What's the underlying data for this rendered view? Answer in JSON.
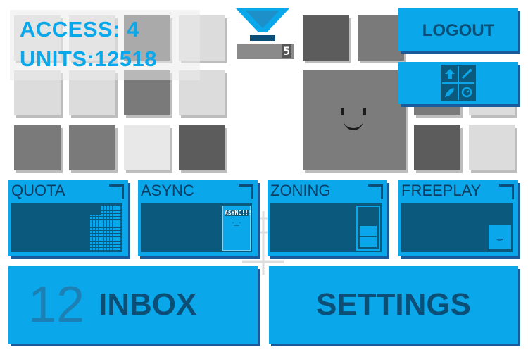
{
  "hud": {
    "access": "ACCESS: 4",
    "units": "UNITS:12518"
  },
  "counter": "5",
  "menu": {
    "logout_label": "LOGOUT",
    "settings_label": "SETTINGS",
    "inbox_count": "12",
    "inbox_label": "INBOX"
  },
  "tools_icon_names": [
    "up-arrow-icon",
    "pencil-icon",
    "rocket-icon",
    "clock-icon"
  ],
  "modes": [
    {
      "title": "QUOTA",
      "icon": "grid-icon"
    },
    {
      "title": "ASYNC",
      "icon": "async-card-icon",
      "badge": "ASYNC!!!"
    },
    {
      "title": "ZONING",
      "icon": "zone-bar-icon"
    },
    {
      "title": "FREEPLAY",
      "icon": "smiley-icon"
    }
  ],
  "colors": {
    "accent": "#0aa8ea",
    "dark_text": "#0b4f77",
    "panel": "#0b5a7d"
  }
}
